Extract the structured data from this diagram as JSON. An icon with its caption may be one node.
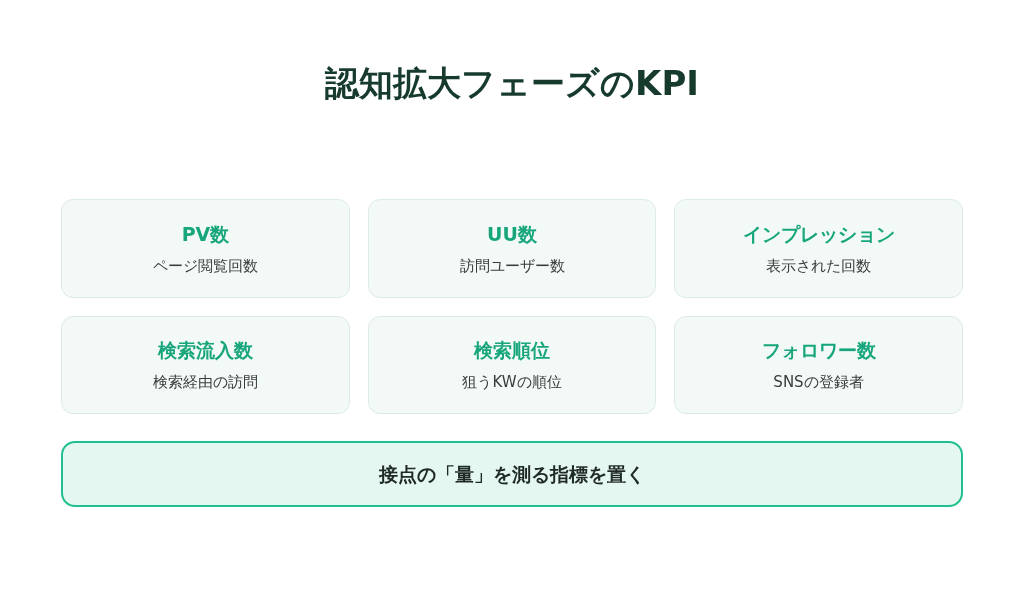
{
  "diagram": {
    "title": "認知拡大フェーズのKPI",
    "nodes": [
      {
        "text": [
          "PV数",
          "ページ閲覧回数"
        ]
      },
      {
        "text": [
          "UU数",
          "訪問ユーザー数"
        ]
      },
      {
        "text": [
          "インプレッション",
          "表示された回数"
        ]
      },
      {
        "text": [
          "検索流入数",
          "検索経由の訪問"
        ]
      },
      {
        "text": [
          "検索順位",
          "狙うKWの順位"
        ]
      },
      {
        "text": [
          "フォロワー数",
          "SNSの登録者"
        ]
      },
      {
        "text": [
          "接点の「量」を測る指標を置く"
        ]
      }
    ]
  }
}
